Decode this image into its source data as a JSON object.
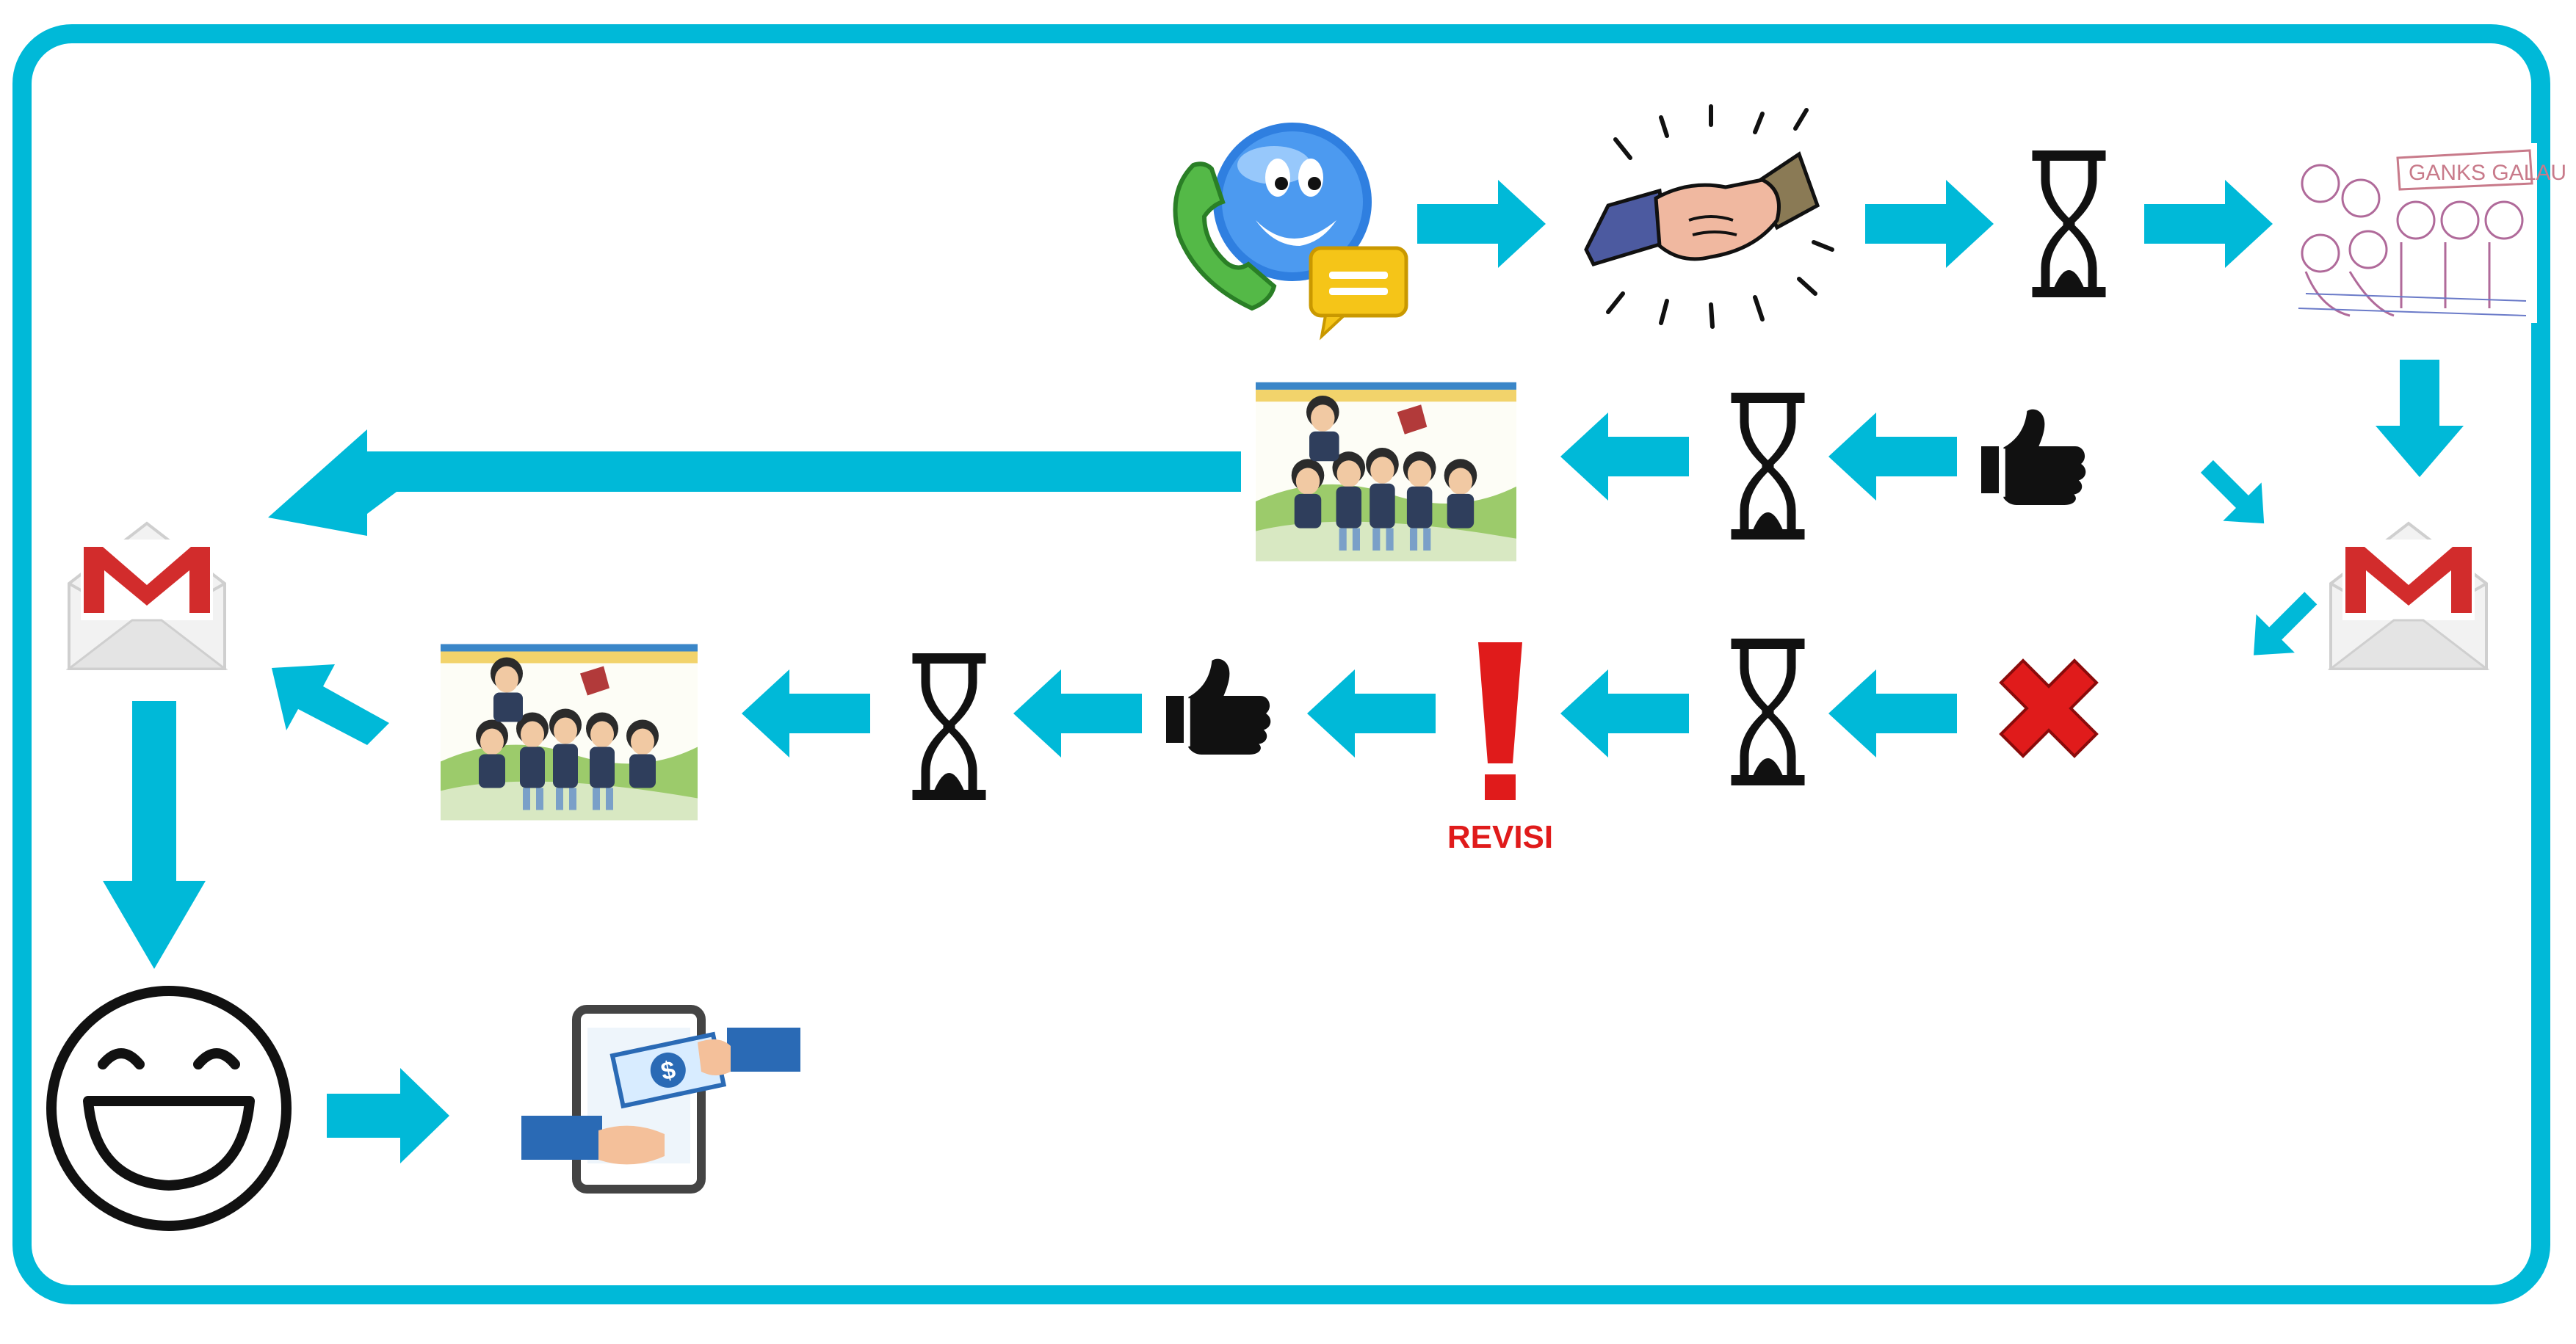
{
  "diagram": {
    "frame_color": "#00b9d8",
    "arrow_color": "#00b9d8",
    "icon_color": "#111111",
    "revision_color": "#e01b1b",
    "reject_color": "#e01b1b",
    "steps": [
      {
        "id": "contact",
        "icon": "phone-chat-icon"
      },
      {
        "id": "deal",
        "icon": "handshake-icon"
      },
      {
        "id": "wait-sketch",
        "icon": "hourglass-icon"
      },
      {
        "id": "sketch",
        "icon": "sketch-preview-image"
      },
      {
        "id": "email-sketch",
        "icon": "gmail-icon"
      },
      {
        "id": "approve-sketch",
        "icon": "thumbs-up-icon"
      },
      {
        "id": "wait-color",
        "icon": "hourglass-icon"
      },
      {
        "id": "color-preview",
        "icon": "color-preview-image"
      },
      {
        "id": "reject",
        "icon": "x-mark-icon"
      },
      {
        "id": "revision",
        "icon": "exclamation-icon",
        "label": "REVISI"
      },
      {
        "id": "approve-color",
        "icon": "thumbs-up-icon"
      },
      {
        "id": "final-preview",
        "icon": "final-preview-image"
      },
      {
        "id": "email-final",
        "icon": "gmail-icon"
      },
      {
        "id": "happy",
        "icon": "smiley-icon"
      },
      {
        "id": "payment",
        "icon": "payment-icon"
      }
    ],
    "revision_label": "REVISI",
    "sketch_banner_text": "GANKS GALAU"
  }
}
